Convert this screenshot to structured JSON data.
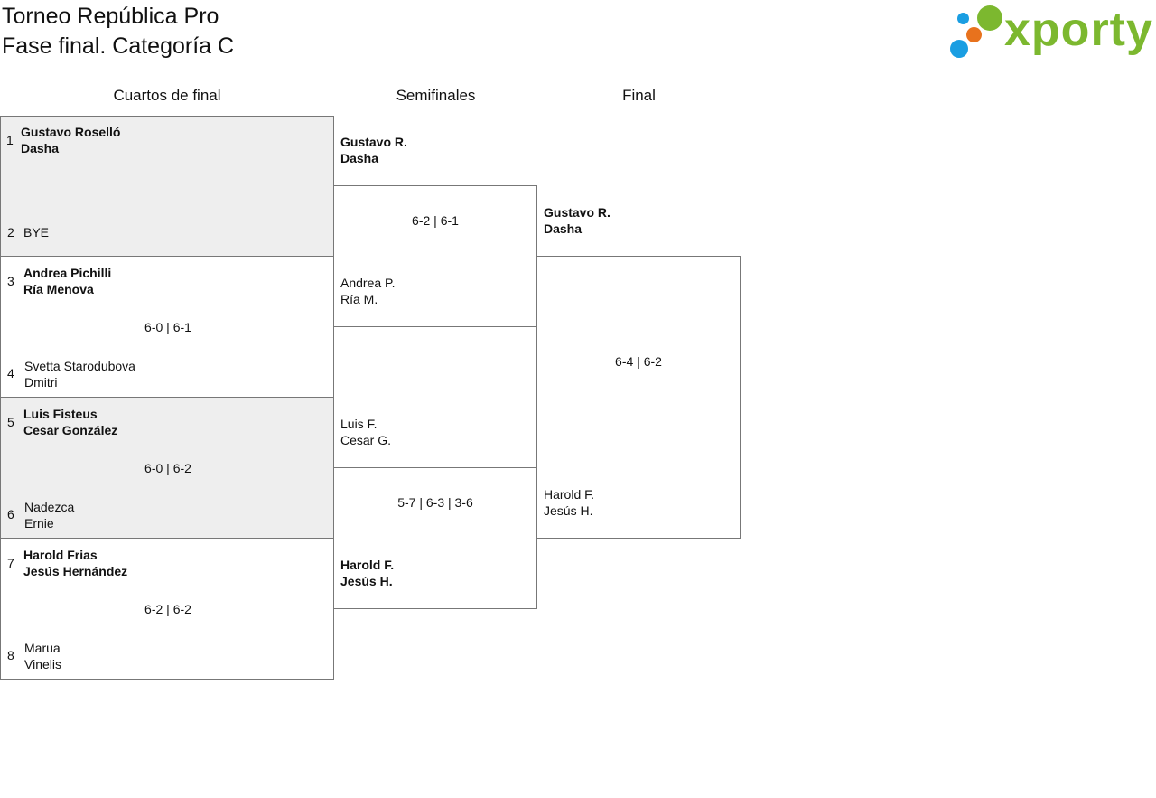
{
  "header": {
    "title_line1": "Torneo República Pro",
    "title_line2": "Fase final. Categoría C"
  },
  "logo": {
    "text": "xporty",
    "colors": [
      "#1a9ee2",
      "#7cb82f",
      "#e8721d"
    ]
  },
  "rounds": {
    "quarterfinals": "Cuartos de final",
    "semifinals": "Semifinales",
    "final": "Final"
  },
  "quarterfinals": [
    {
      "seed_top": "1",
      "top": [
        "Gustavo Roselló",
        "Dasha"
      ],
      "seed_bottom": "2",
      "bottom": [
        "BYE",
        ""
      ],
      "score": ""
    },
    {
      "seed_top": "3",
      "top": [
        "Andrea Pichilli",
        "Ría Menova"
      ],
      "seed_bottom": "4",
      "bottom": [
        "Svetta Starodubova",
        "Dmitri"
      ],
      "score": "6-0 | 6-1"
    },
    {
      "seed_top": "5",
      "top": [
        "Luis Fisteus",
        "Cesar González"
      ],
      "seed_bottom": "6",
      "bottom": [
        "Nadezca",
        "Ernie"
      ],
      "score": "6-0 | 6-2"
    },
    {
      "seed_top": "7",
      "top": [
        "Harold Frias",
        "Jesús Hernández"
      ],
      "seed_bottom": "8",
      "bottom": [
        "Marua",
        "Vinelis"
      ],
      "score": "6-2 | 6-2"
    }
  ],
  "semifinals": [
    {
      "top": [
        "Gustavo R.",
        "Dasha"
      ],
      "bottom": [
        "Andrea P.",
        "Ría M."
      ],
      "score": "6-2 | 6-1"
    },
    {
      "top": [
        "Luis F.",
        "Cesar G."
      ],
      "bottom": [
        "Harold F.",
        "Jesús H."
      ],
      "score": "5-7 | 6-3 | 3-6"
    }
  ],
  "final": {
    "top": [
      "Gustavo R.",
      "Dasha"
    ],
    "bottom": [
      "Harold F.",
      "Jesús H."
    ],
    "score": "6-4 | 6-2"
  }
}
